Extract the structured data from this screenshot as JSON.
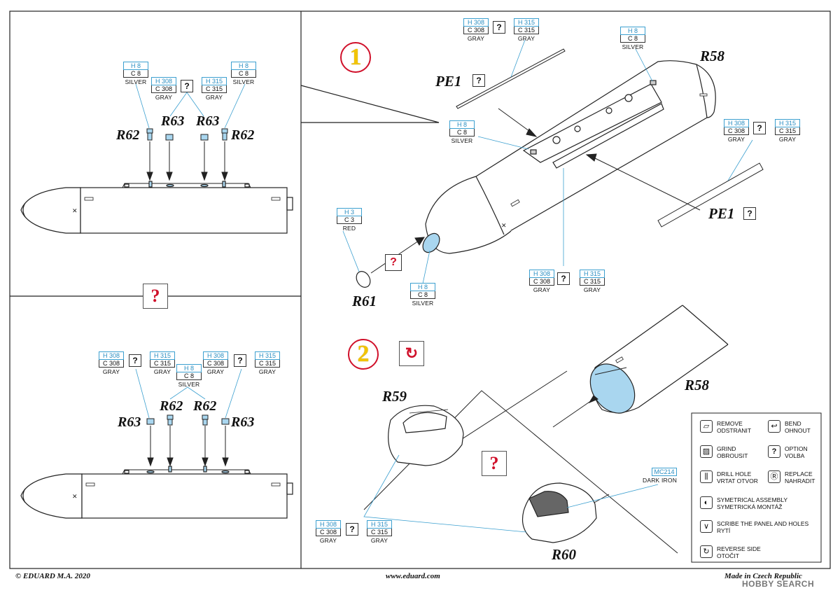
{
  "part_labels": {
    "r62": "R62",
    "r63": "R63",
    "r58": "R58",
    "pe1": "PE1",
    "r61": "R61",
    "r59": "R59",
    "r60": "R60"
  },
  "paints": {
    "h8": "H 8",
    "c8": "C 8",
    "silver": "SILVER",
    "h308": "H 308",
    "c308": "C 308",
    "gray": "GRAY",
    "h315": "H 315",
    "c315": "C 315",
    "h3": "H 3",
    "c3": "C 3",
    "red": "RED",
    "mc214": "MC214",
    "dark_iron": "DARK IRON"
  },
  "option_mark": "?",
  "steps": {
    "one": "1",
    "two": "2"
  },
  "reverse_mark": "↻",
  "legend": {
    "remove": "REMOVE",
    "remove_cz": "ODSTRANIT",
    "bend": "BEND",
    "bend_cz": "OHNOUT",
    "grind": "GRIND",
    "grind_cz": "OBROUSIT",
    "option": "OPTION",
    "option_cz": "VOLBA",
    "drill": "DRILL HOLE",
    "drill_cz": "VRTAT OTVOR",
    "replace": "REPLACE",
    "replace_cz": "NAHRADIT",
    "sym": "SYMETRICAL ASSEMBLY",
    "sym_cz": "SYMETRICKÁ MONTÁŽ",
    "scribe": "SCRIBE THE PANEL AND HOLES",
    "scribe_cz": "RYTÍ",
    "reverse": "REVERSE SIDE",
    "reverse_cz": "OTOČIT"
  },
  "footer": {
    "copyright": "© EDUARD  M.A. 2020",
    "website": "www.eduard.com",
    "made_in": "Made in Czech Republic",
    "watermark": "HOBBY SEARCH"
  },
  "colors": {
    "accent_red": "#d0102a",
    "step_yellow": "#f2c400",
    "paint_blue": "#3ca0d0",
    "part_fill": "#a9d6ef"
  }
}
